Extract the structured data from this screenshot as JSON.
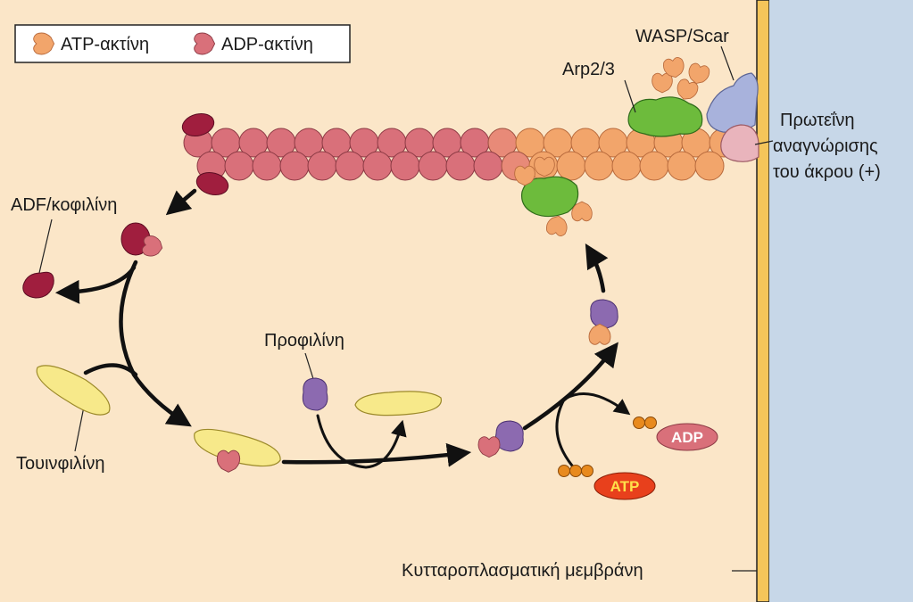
{
  "legend": {
    "atp_actin": "ATP-ακτίνη",
    "adp_actin": "ADP-ακτίνη"
  },
  "labels": {
    "wasp_scar": "WASP/Scar",
    "arp23": "Arp2/3",
    "end_protein_line1": "Πρωτεΐνη",
    "end_protein_line2": "αναγνώρισης",
    "end_protein_line3": "του άκρου (+)",
    "adf_cofilin": "ADF/κοφιλίνη",
    "profilin": "Προφιλίνη",
    "thymosin": "Τουινφιλίνη",
    "membrane": "Κυτταροπλασματική μεμβράνη"
  },
  "badges": {
    "adp": "ADP",
    "atp": "ATP"
  },
  "colors": {
    "background": "#fbe6c8",
    "membrane_band": "#f5c55a",
    "extracellular": "#c7d7e8",
    "atp_actin": "#f2a56b",
    "adp_actin": "#d9707a",
    "adf_cofilin": "#a01e3e",
    "arp23": "#6dbb3c",
    "wasp_scar": "#a8b2dc",
    "end_protein": "#e9b4bc",
    "profilin": "#8c6ab0",
    "thymosin": "#f7e98a",
    "phosphate": "#e88a1e",
    "adp_badge": "#d9707a",
    "atp_badge": "#e8401c"
  }
}
